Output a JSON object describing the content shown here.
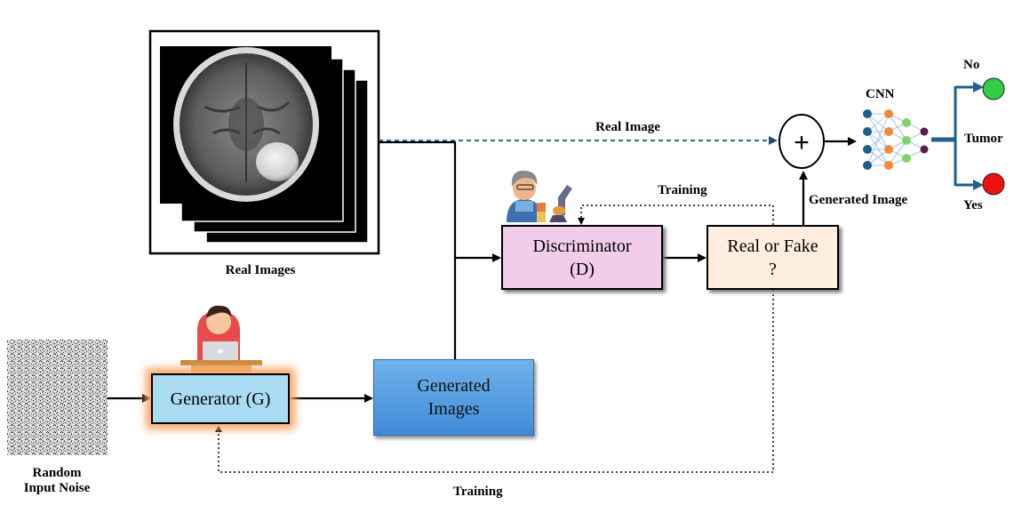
{
  "labels": {
    "real_images": "Real Images",
    "random_noise_line1": "Random",
    "random_noise_line2": "Input Noise",
    "real_image_arrow": "Real Image",
    "training_top": "Training",
    "training_bottom": "Training",
    "generated_image_arrow": "Generated Image",
    "cnn": "CNN",
    "tumor": "Tumor",
    "no": "No",
    "yes": "Yes",
    "plus": "+"
  },
  "boxes": {
    "generator": "Generator (G)",
    "discriminator_line1": "Discriminator",
    "discriminator_line2": "(D)",
    "real_or_fake_line1": "Real or Fake",
    "real_or_fake_line2": "?",
    "generated_images_line1": "Generated",
    "generated_images_line2": "Images"
  },
  "colors": {
    "generator_fill": "#a9dcf3",
    "generator_glow": "#f7a96d",
    "discriminator_fill": "#f1cdea",
    "real_or_fake_fill": "#fdeedf",
    "generated_images_fill": "#4a95dc",
    "real_image_dashed_line": "#1f4e79",
    "output_branch": "#1f5f8b",
    "no_node": "#33cc44",
    "yes_node": "#ee1111",
    "cnn_input_nodes": "#1f5f8b",
    "cnn_hidden_nodes": "#f08a3a",
    "cnn_hidden2_nodes": "#7ed36a",
    "cnn_output_nodes": "#5a1a4a"
  },
  "icons": [
    "mri-brain-scan-icon",
    "noise-texture-icon",
    "person-laptop-icon",
    "scientist-microscope-icon",
    "neural-network-icon"
  ]
}
